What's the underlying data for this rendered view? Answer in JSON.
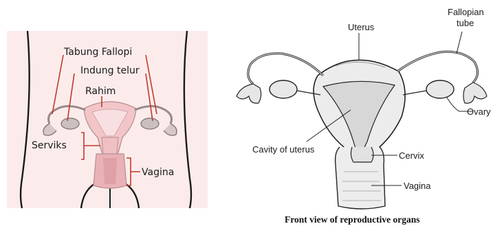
{
  "left_diagram": {
    "labels": {
      "fallopian_tube": "Tabung Fallopi",
      "ovary": "Indung telur",
      "uterus": "Rahim",
      "cervix": "Serviks",
      "vagina": "Vagina"
    },
    "colors": {
      "background": "#fbeceb",
      "organ": "#f2c6c9",
      "leader": "#c0392b"
    }
  },
  "right_diagram": {
    "labels": {
      "uterus": "Uterus",
      "fallopian_tube_line1": "Fallopian",
      "fallopian_tube_line2": "tube",
      "ovary": "Ovary",
      "cavity": "Cavity of uterus",
      "cervix": "Cervix",
      "vagina": "Vagina"
    },
    "caption": "Front view of reproductive organs"
  }
}
